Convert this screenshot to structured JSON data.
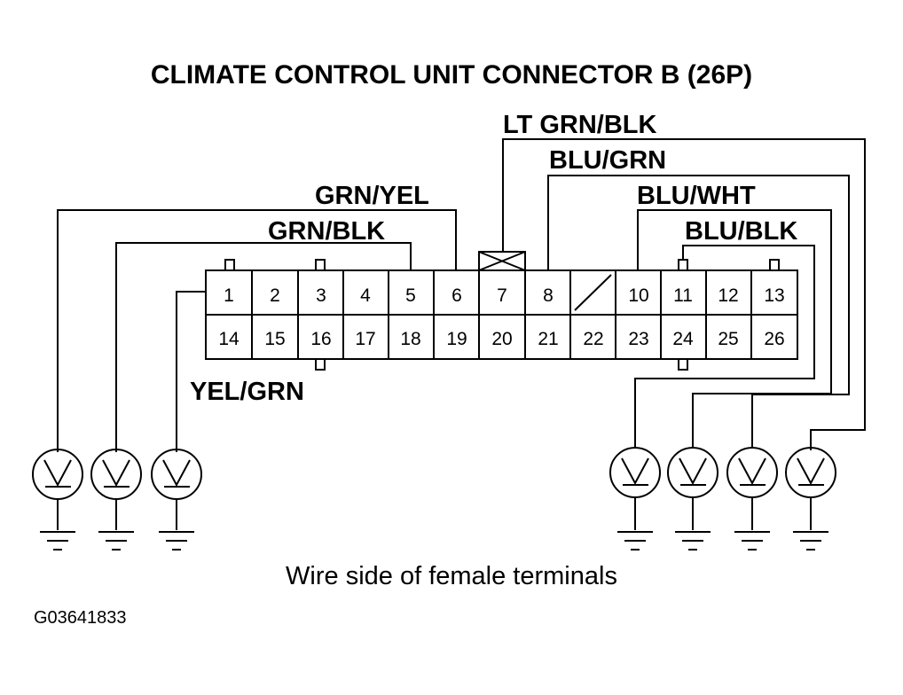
{
  "title": "CLIMATE CONTROL UNIT CONNECTOR B (26P)",
  "caption": "Wire side of female terminals",
  "figure_id": "G03641833",
  "wire_labels": {
    "yel_grn": "YEL/GRN",
    "grn_blk": "GRN/BLK",
    "grn_yel": "GRN/YEL",
    "lt_grn_blk": "LT GRN/BLK",
    "blu_grn": "BLU/GRN",
    "blu_wht": "BLU/WHT",
    "blu_blk": "BLU/BLK"
  },
  "connector": {
    "top_row": [
      "1",
      "2",
      "3",
      "4",
      "5",
      "6",
      "7",
      "8",
      "",
      "10",
      "11",
      "12",
      "13"
    ],
    "bottom_row": [
      "14",
      "15",
      "16",
      "17",
      "18",
      "19",
      "20",
      "21",
      "22",
      "23",
      "24",
      "25",
      "26"
    ]
  }
}
